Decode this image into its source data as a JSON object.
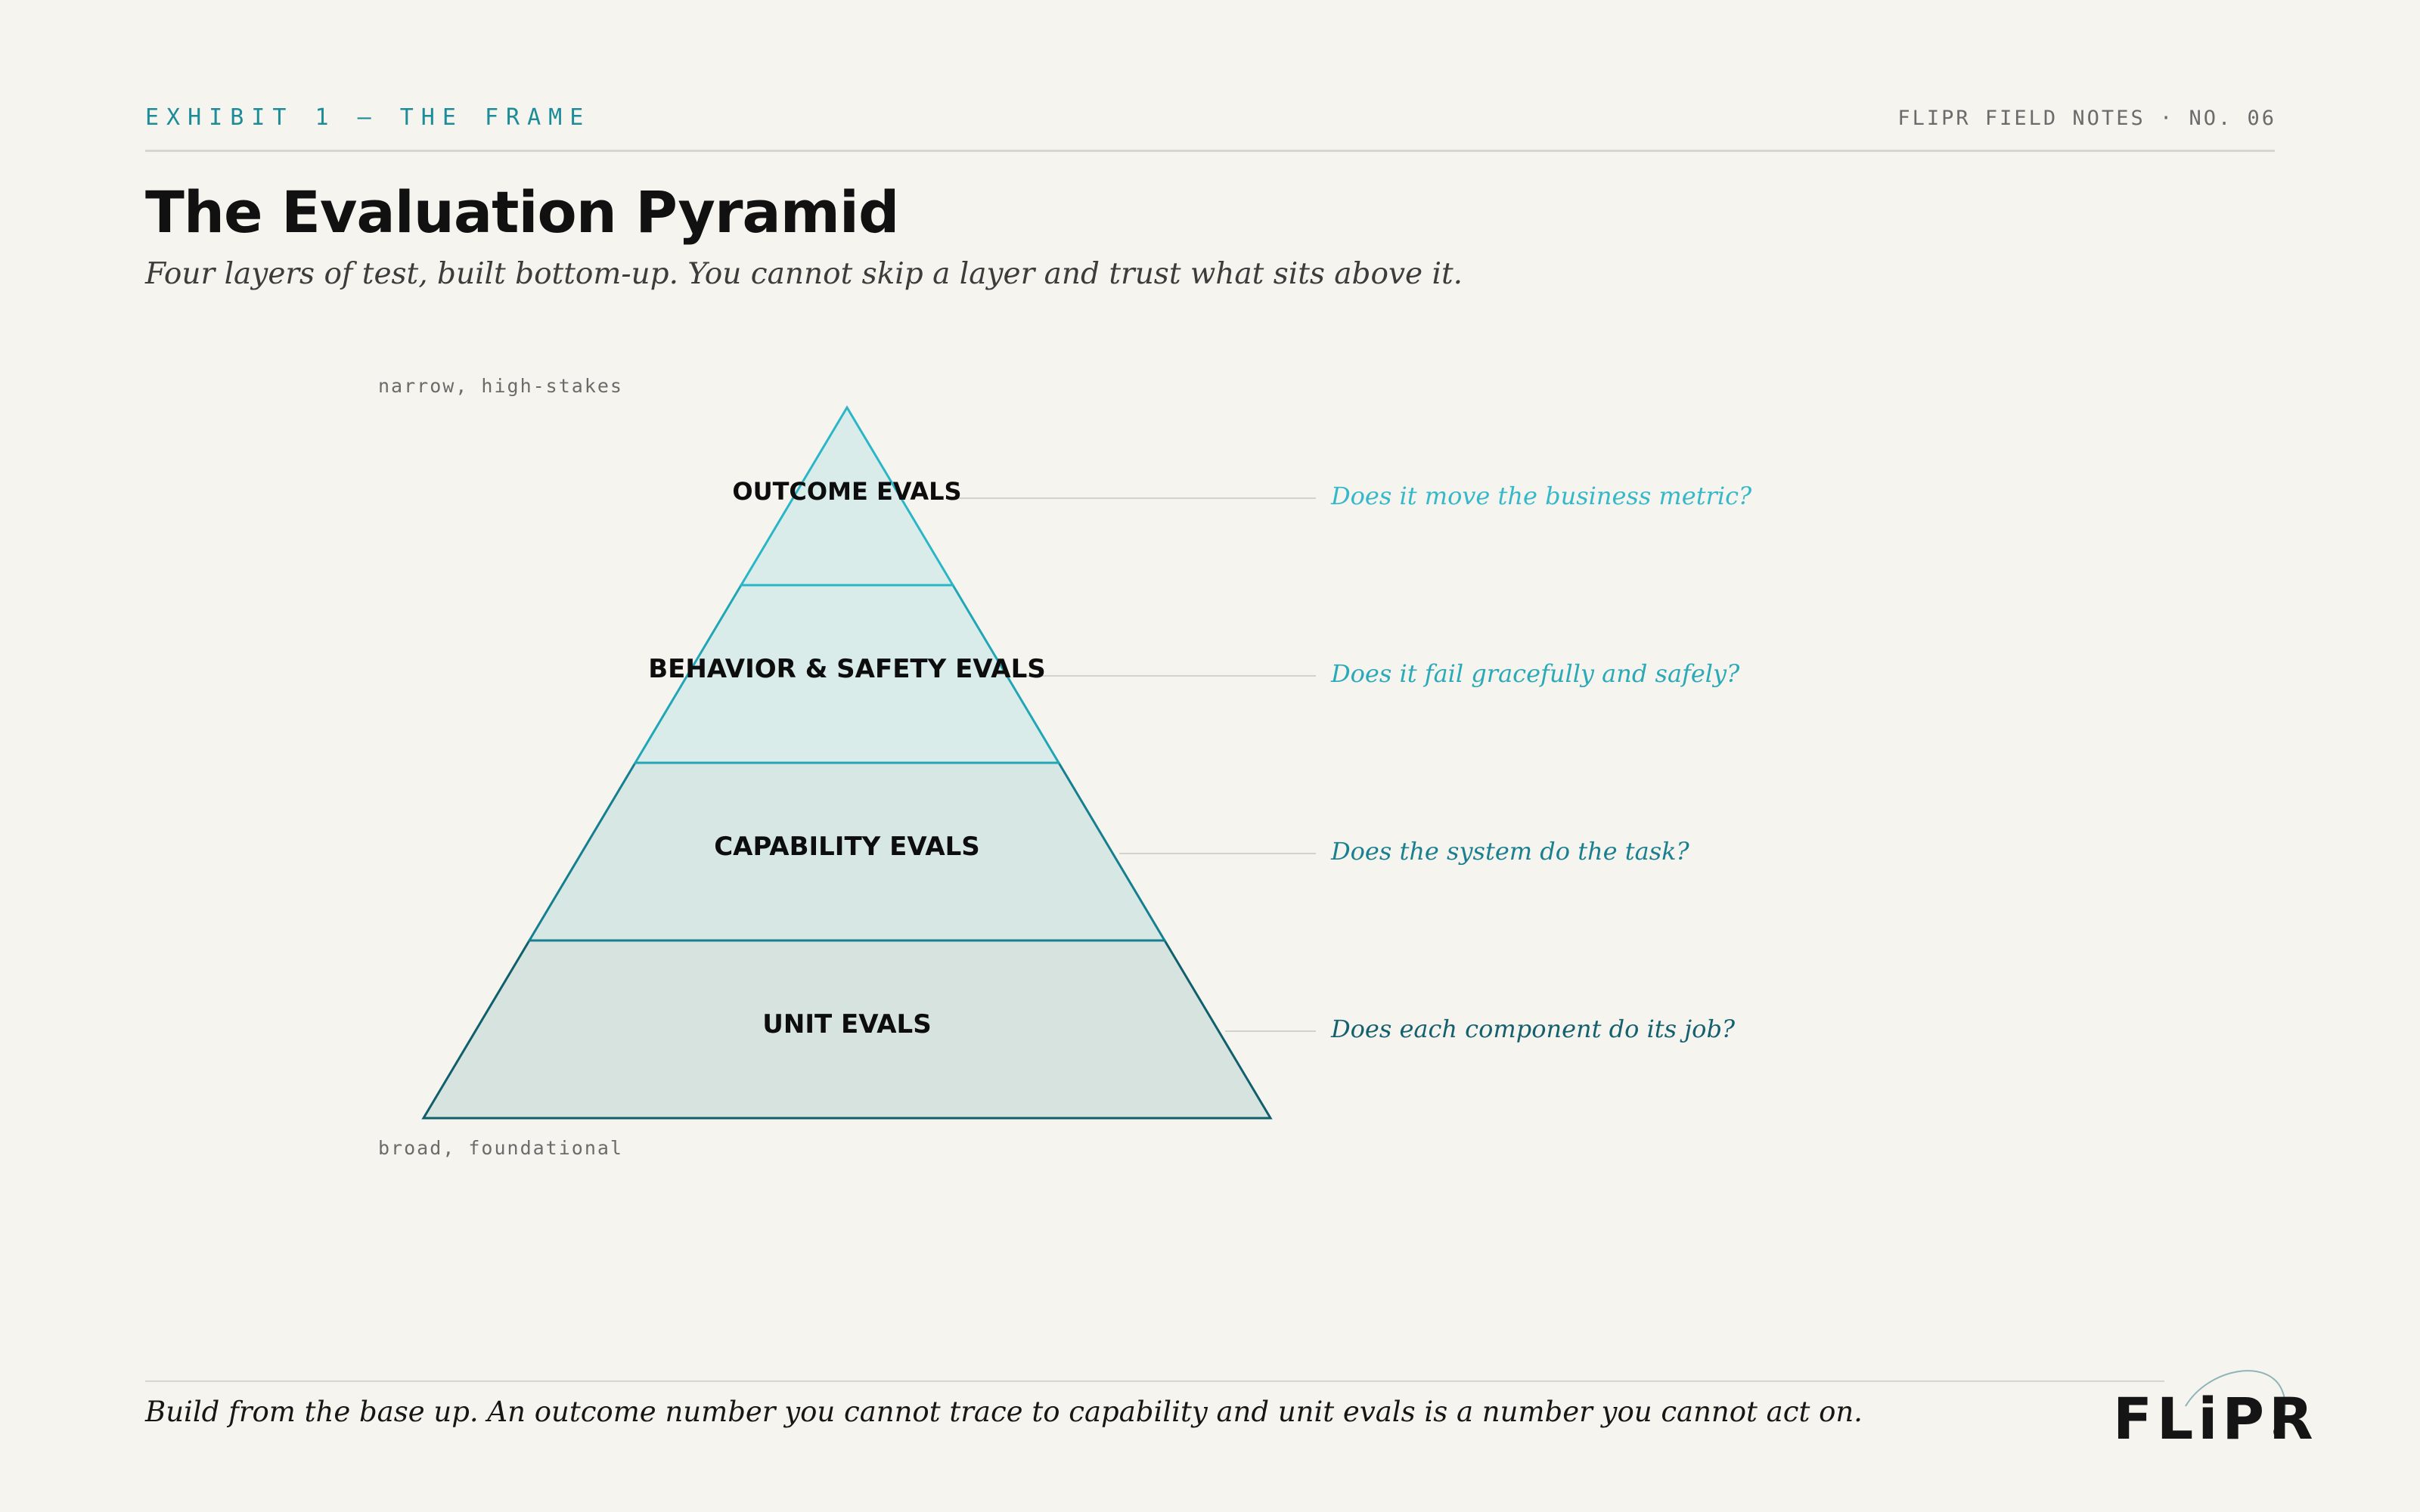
{
  "header": {
    "exhibit_label": "EXHIBIT 1 — THE FRAME",
    "series_label": "FLIPR FIELD NOTES · NO. 06"
  },
  "title": "The Evaluation Pyramid",
  "subtitle": "Four layers of test, built bottom-up. You cannot skip a layer and trust what sits above it.",
  "pyramid": {
    "top_caption": "narrow, high-stakes",
    "bottom_caption": "broad, foundational",
    "layers": [
      {
        "label": "OUTCOME EVALS",
        "question": "Does it move the business metric?",
        "fill": "#d9ece9",
        "stroke": "#2bb6c8",
        "question_color": "#35b8ca"
      },
      {
        "label": "BEHAVIOR & SAFETY EVALS",
        "question": "Does it fail gracefully and safely?",
        "fill": "#d9ece9",
        "stroke": "#22a6b6",
        "question_color": "#2aa9b8"
      },
      {
        "label": "CAPABILITY EVALS",
        "question": "Does the system do the task?",
        "fill": "#d7e8e4",
        "stroke": "#167f8f",
        "question_color": "#1a8090"
      },
      {
        "label": "UNIT EVALS",
        "question": "Does each component do its job?",
        "fill": "#d6e3df",
        "stroke": "#0f5f6d",
        "question_color": "#15606e"
      }
    ]
  },
  "footer": {
    "note": "Build from the base up. An outcome number you cannot trace to capability and unit evals is a number you cannot act on.",
    "logo_text": "FLiPR"
  },
  "colors": {
    "background": "#f5f4ee",
    "accent": "#1c8c98",
    "leader_line": "#d3d3cd"
  }
}
